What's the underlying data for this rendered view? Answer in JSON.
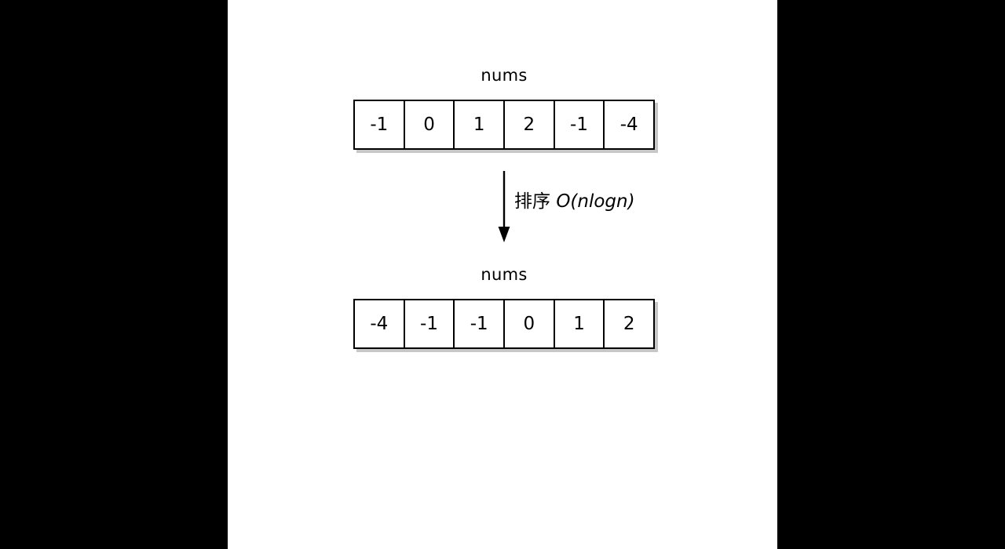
{
  "canvas": {
    "background_color": "#000000",
    "slide_color": "#ffffff"
  },
  "figures": [
    {
      "id": "before",
      "title": "nums",
      "cells": [
        "-1",
        "0",
        "1",
        "2",
        "-1",
        "-4"
      ]
    },
    {
      "id": "after",
      "title": "nums",
      "cells": [
        "-4",
        "-1",
        "-1",
        "0",
        "1",
        "2"
      ]
    }
  ],
  "transition": {
    "arrow": "down-arrow",
    "label_text": "排序",
    "label_complexity": "O(nlogn)"
  },
  "colors": {
    "border": "#000000",
    "text": "#000000",
    "shadow": "#c0c0c0"
  }
}
